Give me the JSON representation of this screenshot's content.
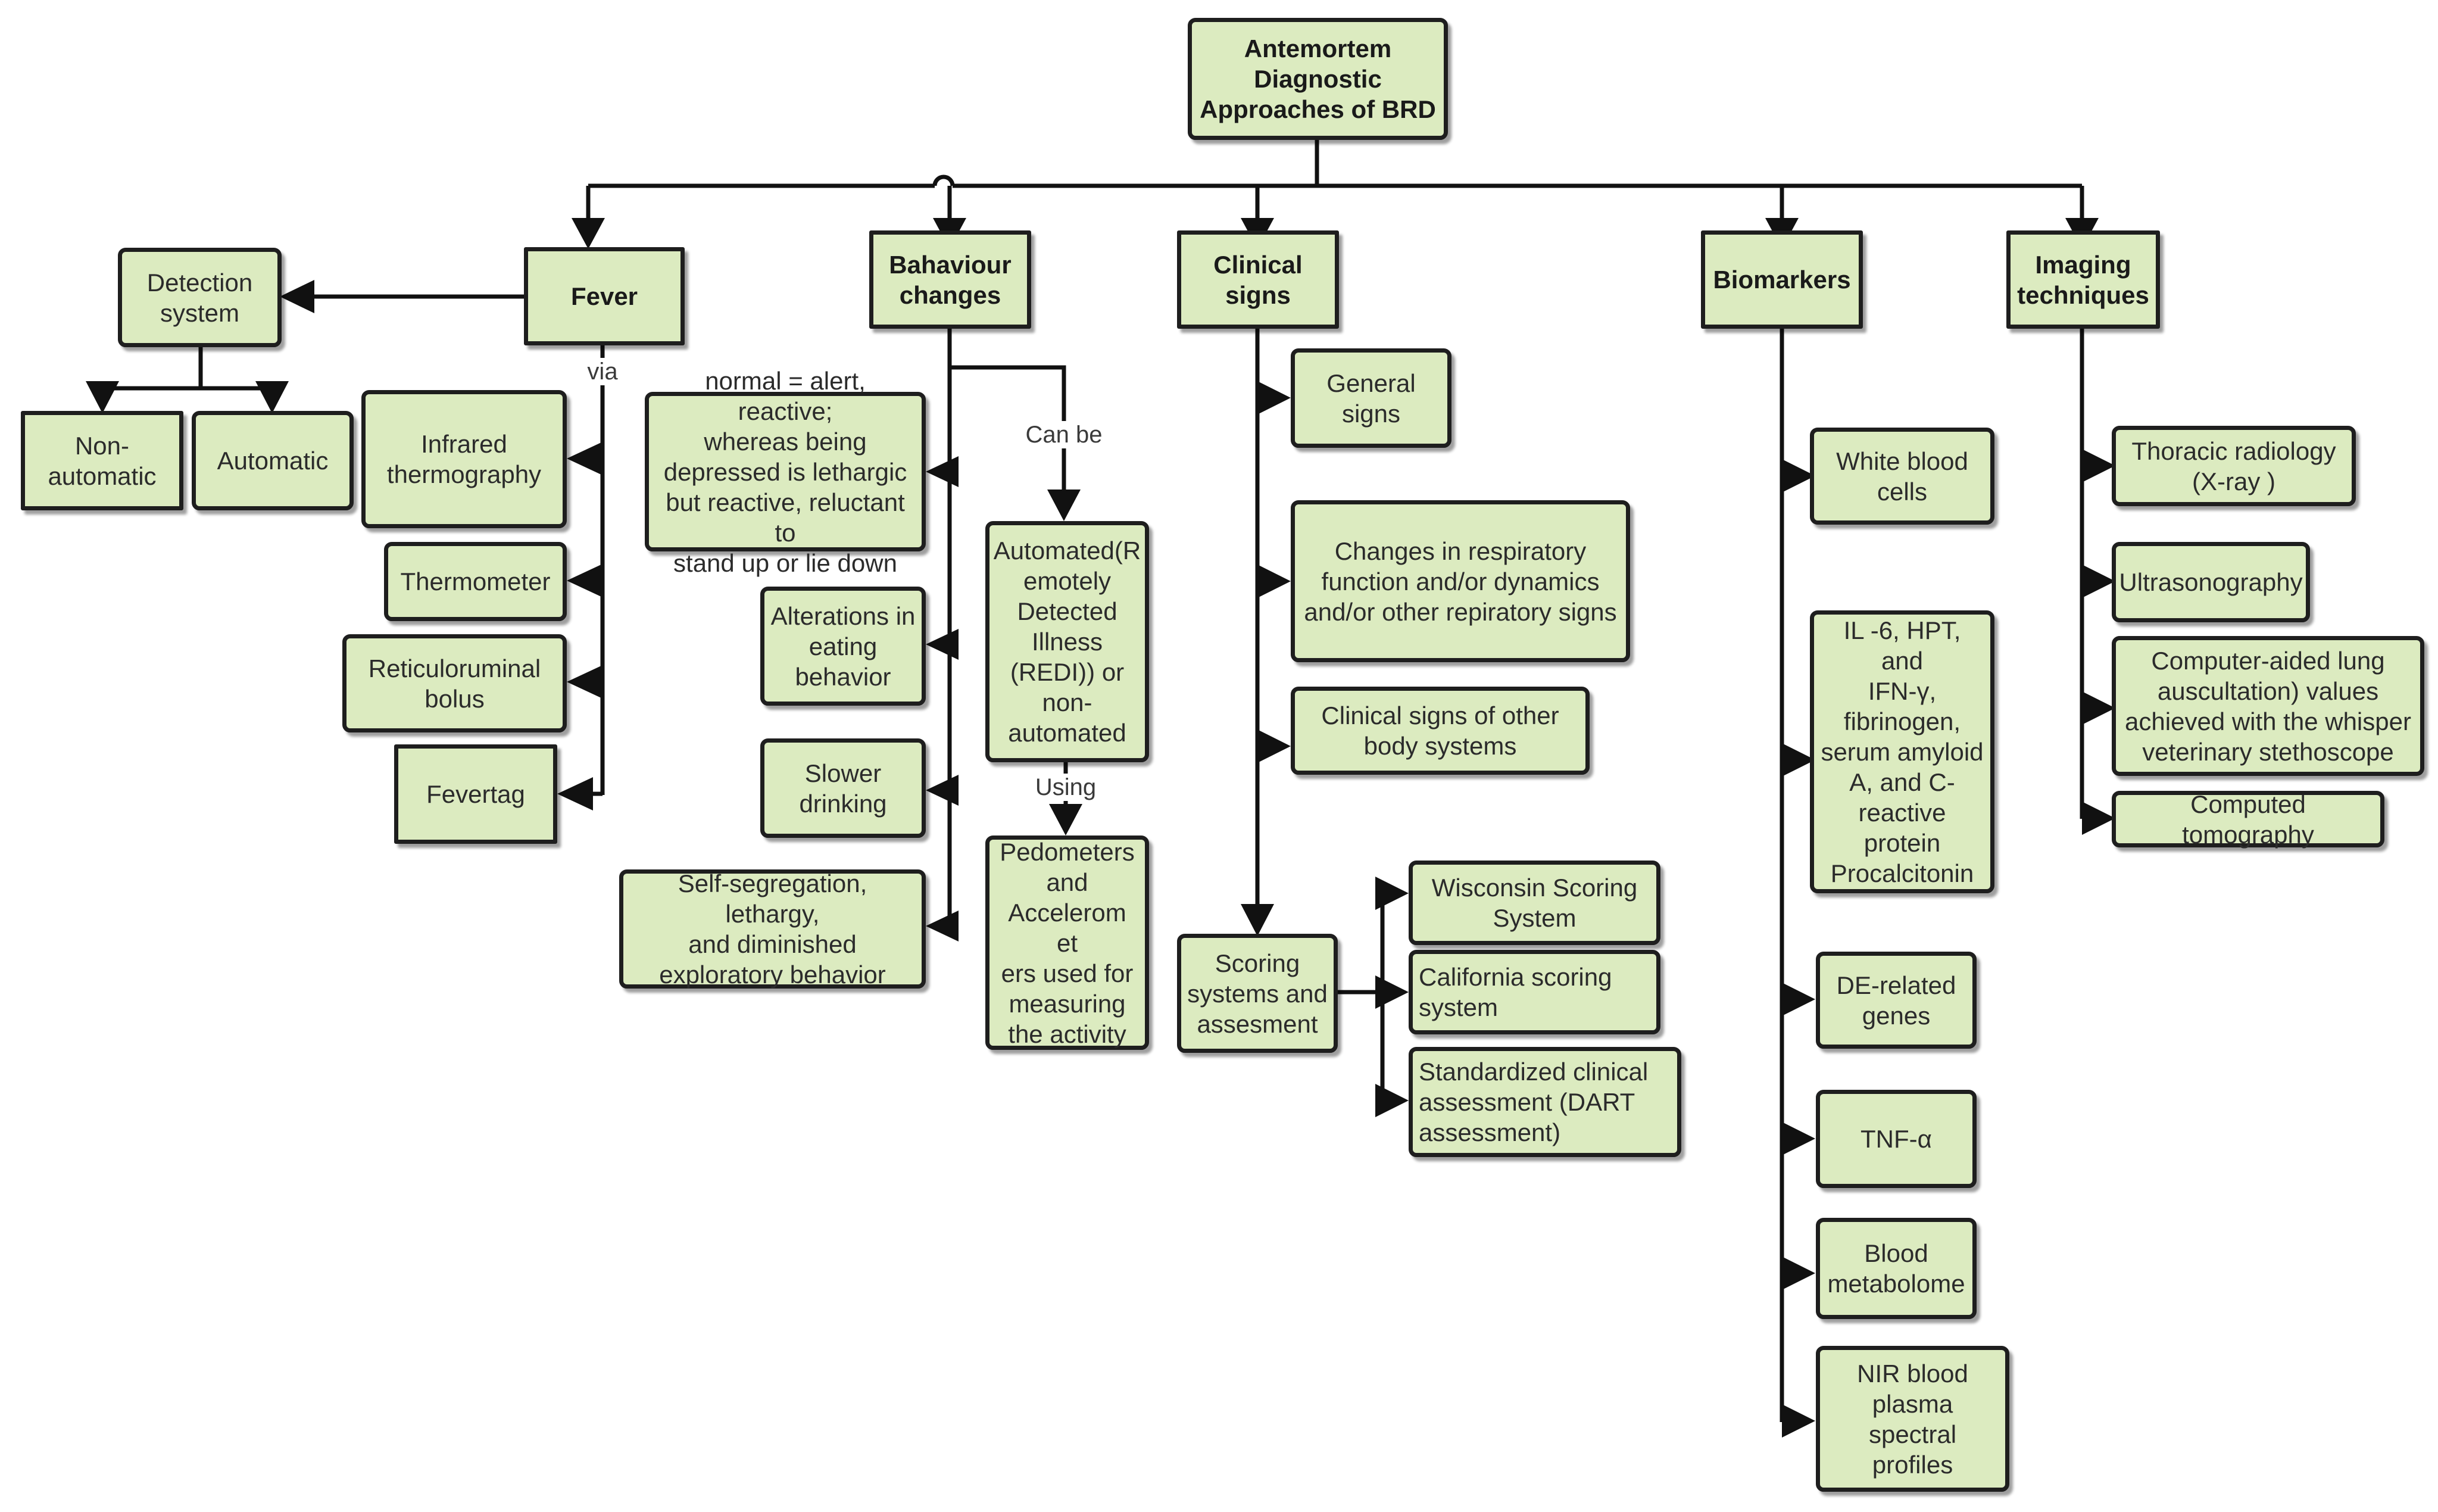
{
  "root": "Antemortem\nDiagnostic\nApproaches of BRD",
  "categories": {
    "fever": "Fever",
    "behaviour": "Bahaviour\nchanges",
    "clinical": "Clinical\nsigns",
    "biomarkers": "Biomarkers",
    "imaging": "Imaging\ntechniques"
  },
  "fever": {
    "detection_system": "Detection\nsystem",
    "non_automatic": "Non-\nautomatic",
    "automatic": "Automatic",
    "via_label": "via",
    "methods": [
      "Infrared\nthermography",
      "Thermometer",
      "Reticuloruminal\nbolus",
      "Fevertag"
    ]
  },
  "behaviour": {
    "items": [
      "normal = alert, reactive;\nwhereas being\ndepressed is lethargic\nbut reactive, reluctant to\nstand up or lie down",
      "Alterations in\neating\nbehavior",
      "Slower\ndrinking",
      "Self-segregation, lethargy,\nand diminished\nexploratory behavior"
    ],
    "can_be_label": "Can be",
    "automated": "Automated(R\nemotely\nDetected\nIllness\n(REDI)) or\nnon-\nautomated",
    "using_label": "Using",
    "pedometers": "Pedometers\nand\nAccelerom et\ners used for\nmeasuring\nthe activity"
  },
  "clinical": {
    "items": [
      "General\nsigns",
      "Changes in respiratory\nfunction and/or dynamics\nand/or other repiratory signs",
      "Clinical signs of other\nbody systems"
    ],
    "scoring": "Scoring\nsystems and\nassesment",
    "scoring_items": [
      "Wisconsin Scoring\nSystem",
      "California scoring\nsystem",
      "Standardized clinical\nassessment (DART\nassessment)"
    ]
  },
  "biomarkers": {
    "items": [
      "White blood\ncells",
      "IL -6, HPT, and\nIFN-γ,\nfibrinogen,\nserum amyloid\nA, and C-\nreactive\nprotein\nProcalcitonin",
      "DE-related\ngenes",
      "TNF-α",
      "Blood\nmetabolome",
      "NIR blood\nplasma spectral\nprofiles"
    ]
  },
  "imaging": {
    "items": [
      "Thoracic radiology\n(X-ray )",
      "Ultrasonography",
      "Computer-aided lung\nauscultation) values\nachieved with the whisper\nveterinary stethoscope",
      "Computed tomography"
    ]
  },
  "colors": {
    "box_fill": "#dcebc0",
    "line": "#111111"
  }
}
